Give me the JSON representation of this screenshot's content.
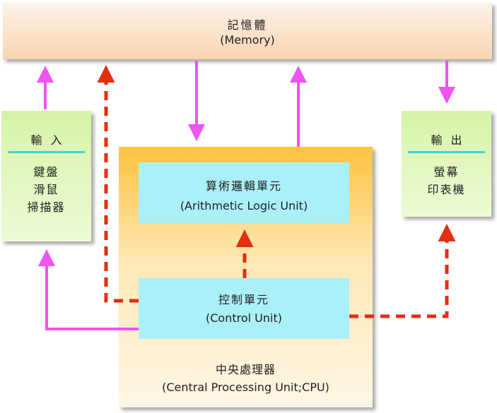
{
  "memory": {
    "title_zh": "記憶體",
    "title_en": "(Memory)"
  },
  "input": {
    "title": "輸入",
    "items": [
      "鍵盤",
      "滑鼠",
      "掃描器"
    ]
  },
  "output": {
    "title": "輸出",
    "items": [
      "螢幕",
      "印表機"
    ]
  },
  "alu": {
    "title_zh": "算術邏輯單元",
    "title_en": "(Arithmetic Logic Unit)"
  },
  "control_unit": {
    "title_zh": "控制單元",
    "title_en": "(Control Unit)"
  },
  "cpu": {
    "title_zh": "中央處理器",
    "title_en": "(Central Processing Unit;CPU)"
  },
  "colors": {
    "data_arrow": "#ee55ee",
    "control_arrow": "#e03010",
    "memory_fill": "#f9d4b0",
    "io_fill": "#d5f4a6",
    "cpu_fill": "#fdc33f",
    "unit_fill": "#aaf0f8",
    "divider": "#3bd3dd"
  }
}
